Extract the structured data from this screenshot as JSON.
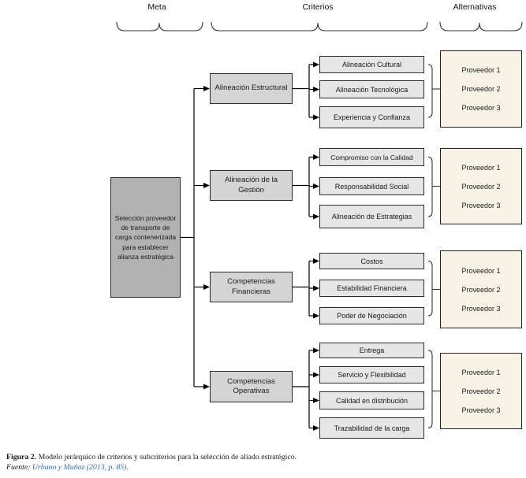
{
  "headers": {
    "meta": "Meta",
    "criterios": "Criterios",
    "alternativas": "Alternativas"
  },
  "goal": {
    "label": "Selección proveedor de transporte de carga contenerizada para establecer alianza estratégica"
  },
  "criteria": [
    {
      "label": "Alineación Estructural",
      "subcriteria": [
        "Alineación Cultural",
        "Alineación Tecnológica",
        "Experiencia y Confianza"
      ]
    },
    {
      "label": "Alineación de la Gestión",
      "subcriteria": [
        "Compromiso con la Calidad",
        "Responsabilidad Social",
        "Alineación de Estrategias"
      ]
    },
    {
      "label": "Competencias Financieras",
      "subcriteria": [
        "Costos",
        "Estabilidad Financiera",
        "Poder de Negociación"
      ]
    },
    {
      "label": "Competencias Operativas",
      "subcriteria": [
        "Entrega",
        "Servicio y Flexibilidad",
        "Calidad en distribución",
        "Trazabilidad de la carga"
      ]
    }
  ],
  "alternatives": [
    "Proveedor 1",
    "Proveedor 2",
    "Proveedor 3"
  ],
  "caption": {
    "figure_label": "Figura 2.",
    "figure_text": "Modelo jerárquico de criterios y subcriterios para la selección de aliado estratégico.",
    "source_label": "Fuente:",
    "source_link": "Urbano y Muñoz (2013, p. 85)."
  },
  "colors": {
    "goal_fill": "#b2b2b2",
    "criteria_fill": "#d4d4d4",
    "subcriteria_fill": "#e6e6e6",
    "alternatives_fill": "#f8f3e7",
    "line": "#000000",
    "source_link": "#2e6da4"
  }
}
